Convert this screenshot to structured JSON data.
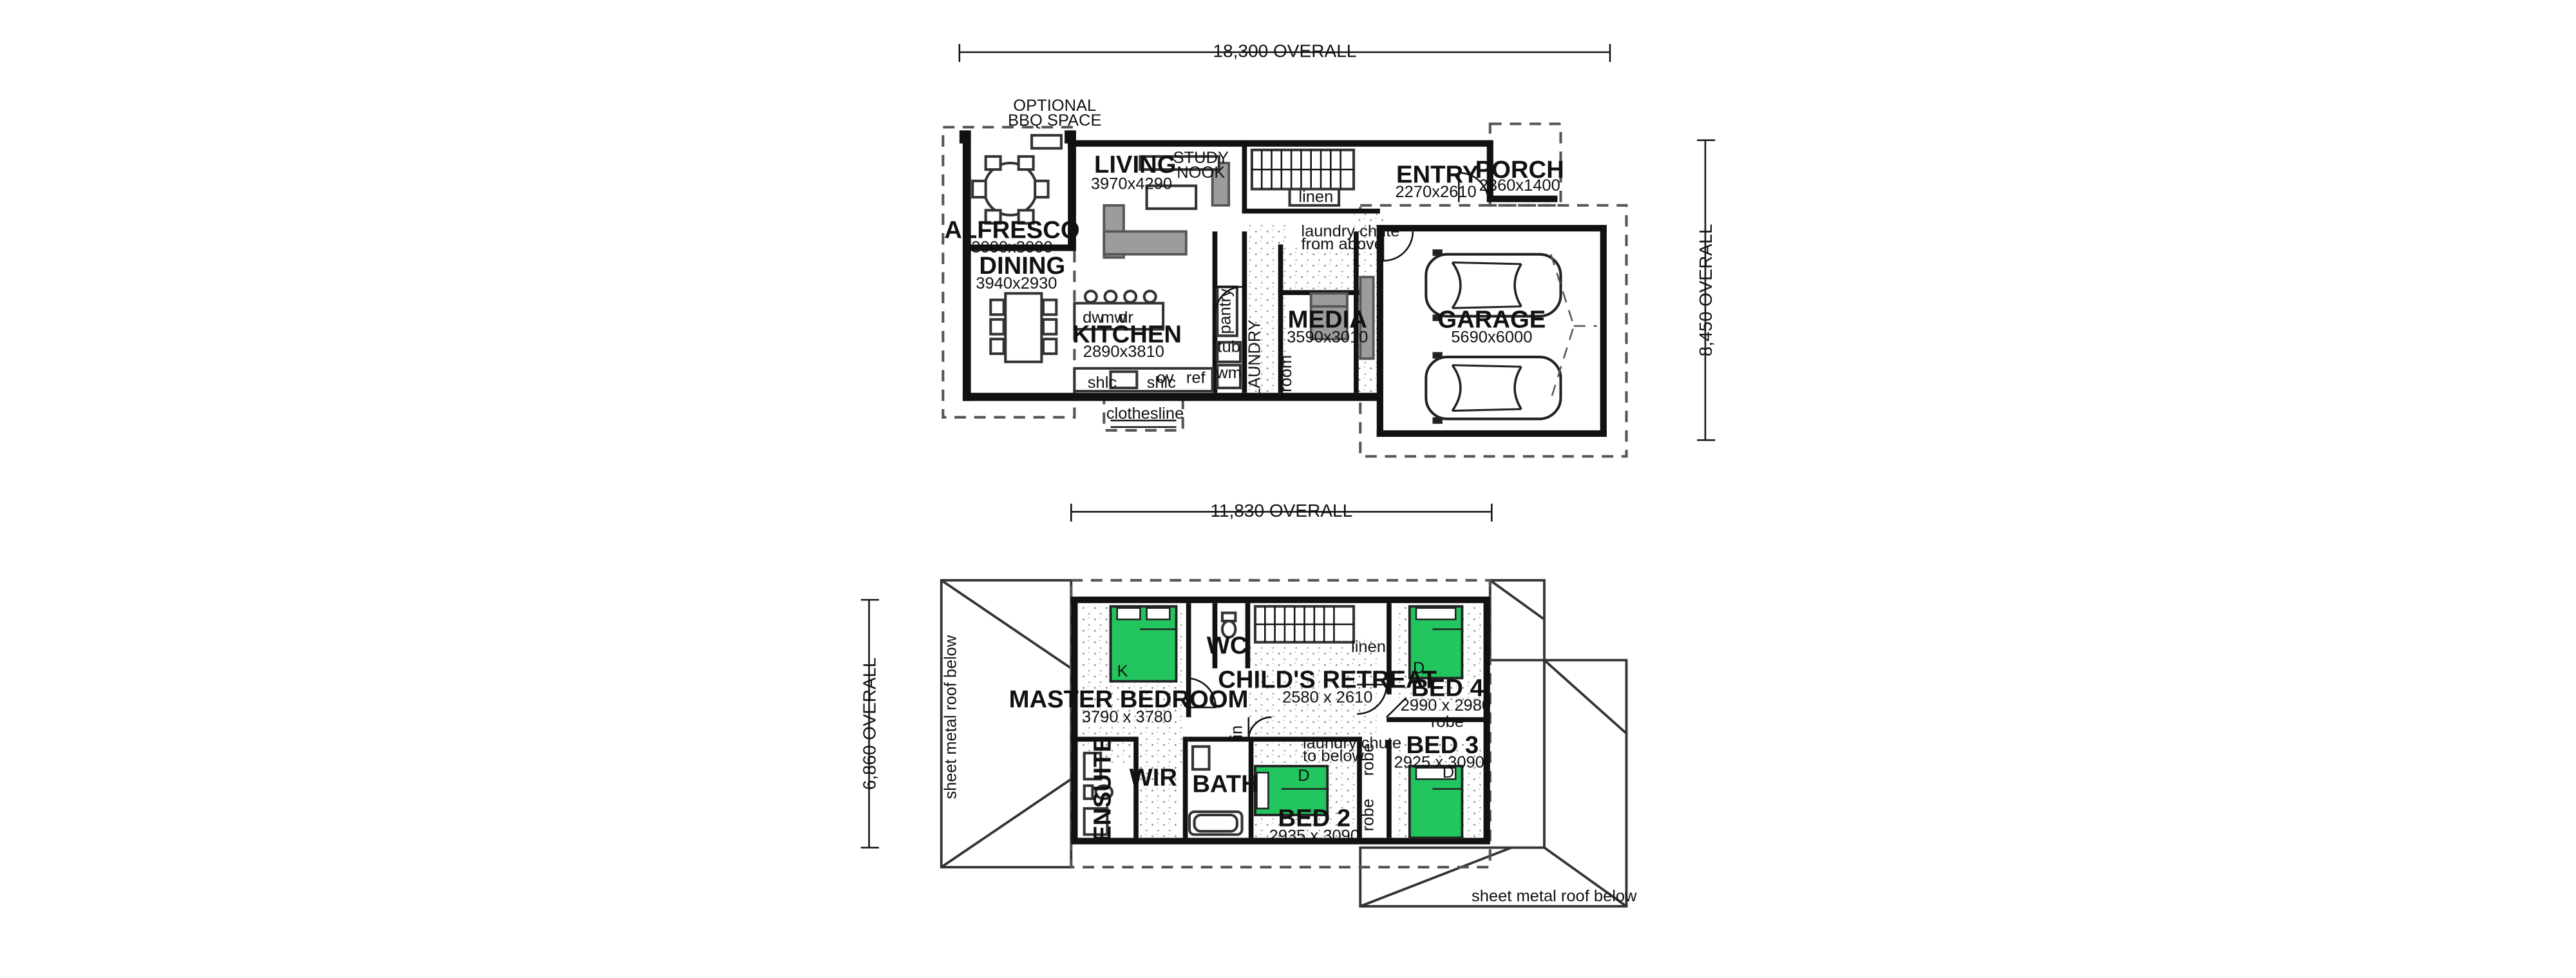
{
  "colors": {
    "bed": "#22c55e",
    "wall": "#111111",
    "sofa": "#9c9c9c",
    "background": "#ffffff"
  },
  "icons": [
    "car-icon",
    "bed-icon",
    "table-icon",
    "sofa-icon",
    "toilet-icon",
    "bath-icon",
    "stair-icon"
  ],
  "dimensions": {
    "ground_width": "18,300 OVERALL",
    "ground_depth": "8,450 OVERALL",
    "upper_width": "11,830 OVERALL",
    "upper_depth": "6,860 OVERALL"
  },
  "ground": {
    "bbq": [
      "OPTIONAL",
      "BBQ SPACE"
    ],
    "alfresco": {
      "name": "ALFRESCO",
      "size": "3000x3000"
    },
    "living": {
      "name": "LIVING",
      "size": "3970x4290"
    },
    "study": [
      "STUDY",
      "NOOK"
    ],
    "entry": {
      "name": "ENTRY",
      "size": "2270x2610"
    },
    "porch": {
      "name": "PORCH",
      "size": "2360x1400"
    },
    "linen": "linen",
    "chute": [
      "laundry chute",
      "from above"
    ],
    "dining": {
      "name": "DINING",
      "size": "3940x2930"
    },
    "kitchen": {
      "name": "KITCHEN",
      "size": "2890x3810"
    },
    "pantry": "pantry",
    "media": {
      "name": "MEDIA",
      "size": "3590x3010"
    },
    "garage": {
      "name": "GARAGE",
      "size": "5690x6000"
    },
    "laundry": "LAUNDRY",
    "tub": "tub",
    "mw": "mw",
    "dw": "dw",
    "ov": "ov",
    "ref": "ref",
    "wm": "wm",
    "dr": "dr",
    "broom": "broom",
    "clothesline": "clothesline",
    "shelf_a": "shlc",
    "shelf_b": "shlc"
  },
  "upper": {
    "master": {
      "name": "MASTER BEDROOM",
      "size": "3790 x 3780"
    },
    "wc": "WC",
    "childs_retreat": {
      "name": "CHILD'S RETREAT",
      "size": "2580 x 2610"
    },
    "linen": "linen",
    "bed4": {
      "name": "BED 4",
      "size": "2990 x 2980"
    },
    "robe_bed4": "robe",
    "bed3": {
      "name": "BED 3",
      "size": "2925 x 3090"
    },
    "bed2": {
      "name": "BED 2",
      "size": "2935 x 3090"
    },
    "robe_a": "robe",
    "robe_b": "robe",
    "ensuite": "ENSUITE",
    "wir": "WIR",
    "bath": "BATH",
    "lin": "lin",
    "chute": [
      "laundry chute",
      "to below"
    ],
    "roof_left": "sheet metal roof below",
    "roof_right": "sheet metal roof below",
    "bed_labels": [
      "K",
      "D",
      "D",
      "D"
    ]
  }
}
